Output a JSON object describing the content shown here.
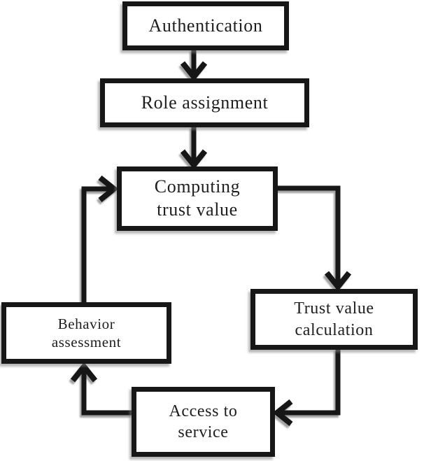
{
  "diagram": {
    "type": "flowchart",
    "background_color": "#ffffff",
    "stroke_color": "#171717",
    "node_fill_color": "#ffffff",
    "nodes": [
      {
        "id": "authentication",
        "label": "Authentication"
      },
      {
        "id": "role-assignment",
        "label": "Role assignment"
      },
      {
        "id": "computing-trust-value",
        "label": "Computing\ntrust value"
      },
      {
        "id": "trust-value-calculation",
        "label": "Trust value\ncalculation"
      },
      {
        "id": "behavior-assessment",
        "label": "Behavior\nassessment"
      },
      {
        "id": "access-to-service",
        "label": "Access to\nservice"
      }
    ],
    "edges": [
      {
        "from": "authentication",
        "to": "role-assignment"
      },
      {
        "from": "role-assignment",
        "to": "computing-trust-value"
      },
      {
        "from": "computing-trust-value",
        "to": "trust-value-calculation"
      },
      {
        "from": "trust-value-calculation",
        "to": "access-to-service"
      },
      {
        "from": "access-to-service",
        "to": "behavior-assessment"
      },
      {
        "from": "behavior-assessment",
        "to": "computing-trust-value"
      }
    ]
  }
}
